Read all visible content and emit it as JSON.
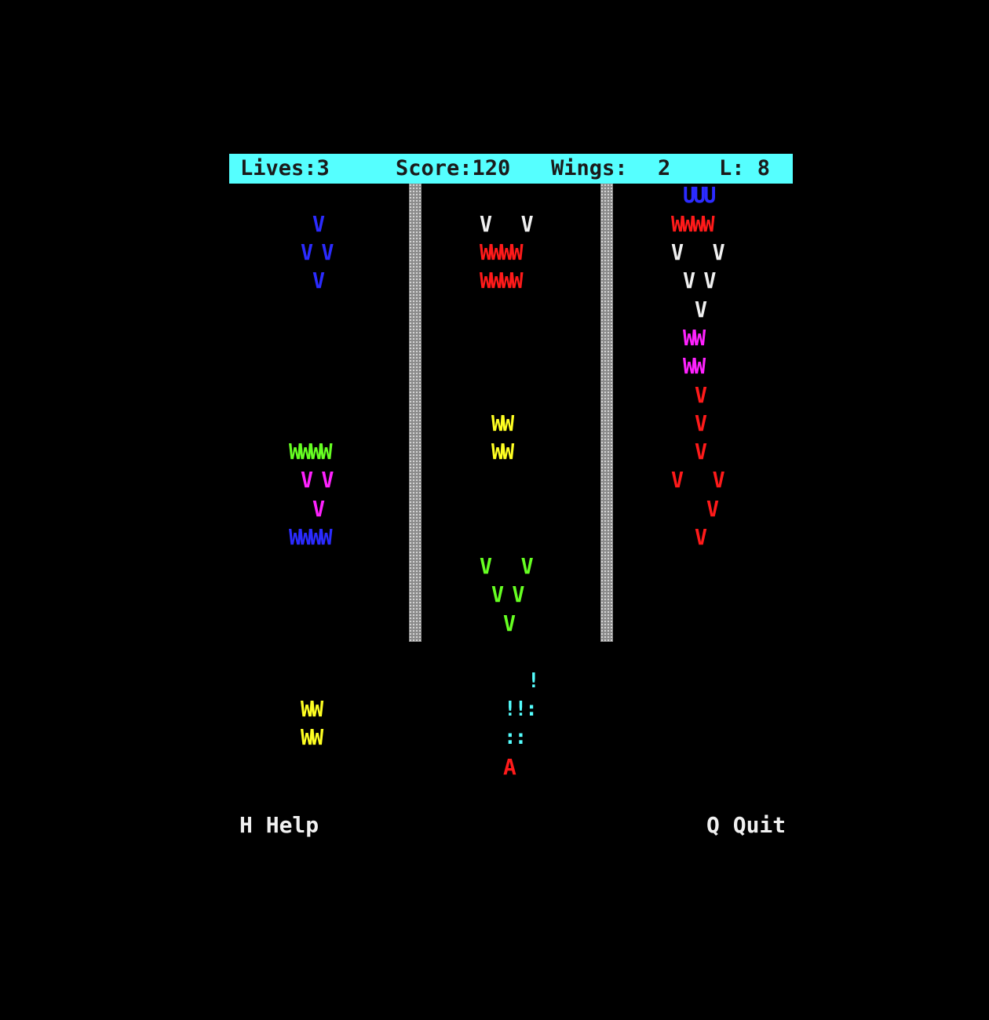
{
  "status": {
    "lives": "Lives:3",
    "score": "Score:120",
    "wings": "Wings:",
    "wings_count": "2",
    "level": "L: 8"
  },
  "colors": {
    "status_bar": "#55ffff",
    "blue": "#2b2bff",
    "red": "#ff1a1a",
    "white": "#f0f0f0",
    "magenta": "#ff22ff",
    "green": "#66ff22",
    "yellow": "#ffff22",
    "cyan": "#55ffff"
  },
  "formations": [
    {
      "glyphs": "V",
      "color": "blue"
    },
    {
      "glyphs": "V V",
      "color": "blue"
    },
    {
      "glyphs": "V",
      "color": "blue"
    },
    {
      "glyphs": "WWWW",
      "color": "green"
    },
    {
      "glyphs": "V V",
      "color": "magenta"
    },
    {
      "glyphs": "V",
      "color": "magenta"
    },
    {
      "glyphs": "WWWW",
      "color": "blue"
    },
    {
      "glyphs": "WW",
      "color": "yellow"
    },
    {
      "glyphs": "WW",
      "color": "yellow"
    },
    {
      "glyphs": "V   V",
      "color": "white"
    },
    {
      "glyphs": "WWWW",
      "color": "red"
    },
    {
      "glyphs": "WWWW",
      "color": "red"
    },
    {
      "glyphs": "WW",
      "color": "yellow"
    },
    {
      "glyphs": "WW",
      "color": "yellow"
    },
    {
      "glyphs": "V   V",
      "color": "green"
    },
    {
      "glyphs": "V V",
      "color": "green"
    },
    {
      "glyphs": "V",
      "color": "green"
    },
    {
      "glyphs": "UUU",
      "color": "blue"
    },
    {
      "glyphs": "WWWW",
      "color": "red"
    },
    {
      "glyphs": "V   V",
      "color": "white"
    },
    {
      "glyphs": "V V",
      "color": "white"
    },
    {
      "glyphs": "V",
      "color": "white"
    },
    {
      "glyphs": "WW",
      "color": "magenta"
    },
    {
      "glyphs": "WW",
      "color": "magenta"
    },
    {
      "glyphs": "V",
      "color": "red"
    },
    {
      "glyphs": "V",
      "color": "red"
    },
    {
      "glyphs": "V",
      "color": "red"
    },
    {
      "glyphs": "V   V",
      "color": "red"
    },
    {
      "glyphs": "V",
      "color": "red"
    },
    {
      "glyphs": "V",
      "color": "red"
    }
  ],
  "bullets": [
    "!",
    "!!:",
    "::"
  ],
  "player": {
    "glyph": "A",
    "color": "red"
  },
  "hints": {
    "help": "H Help",
    "quit": "Q Quit"
  }
}
